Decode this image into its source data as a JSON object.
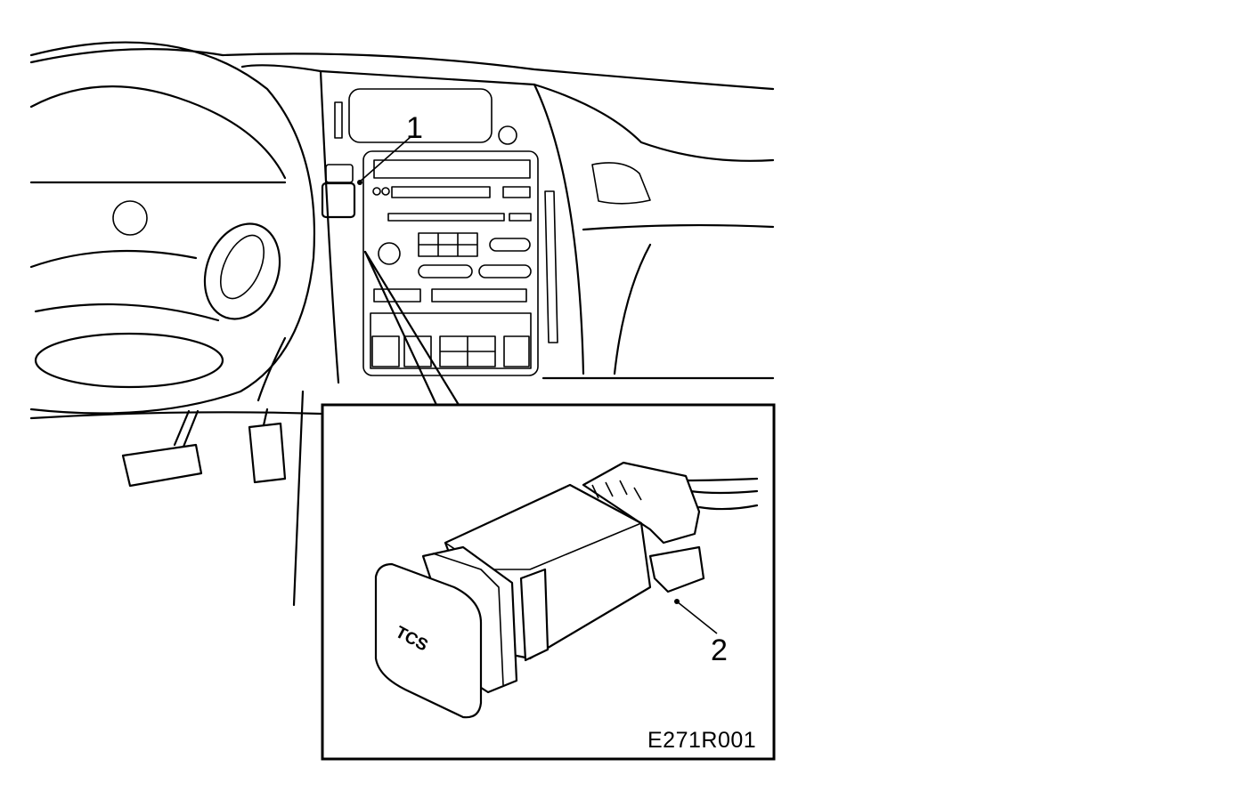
{
  "diagram": {
    "callouts": [
      {
        "id": "1",
        "label": "1"
      },
      {
        "id": "2",
        "label": "2"
      }
    ],
    "button_text": "TCS",
    "figure_code": "E271R001"
  }
}
